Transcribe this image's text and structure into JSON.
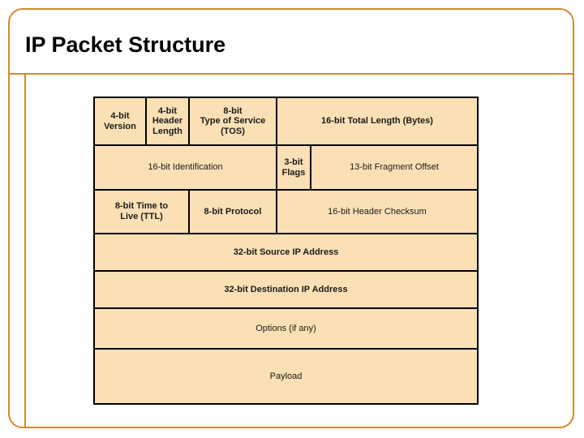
{
  "slide": {
    "title": "IP Packet Structure",
    "frame_color": "#cf8c2b"
  },
  "colors": {
    "header_fill": "#fae0b4",
    "options_fill": "#f07d00",
    "payload_fill": "#fa63ce",
    "navy_text": "#1d1b6b",
    "dark_text": "#262626",
    "border": "#000000"
  },
  "diagram": {
    "name": "ip-packet-header-layout",
    "rows": [
      {
        "cells": [
          {
            "label": "4-bit\nVersion",
            "bits": 4,
            "style": "bold-dark"
          },
          {
            "label": "4-bit\nHeader\nLength",
            "bits": 4,
            "style": "bold-dark"
          },
          {
            "label": "8-bit\nType of Service\n(TOS)",
            "bits": 8,
            "style": "bold-dark"
          },
          {
            "label": "16-bit Total Length (Bytes)",
            "bits": 16,
            "style": "bold-navy"
          }
        ]
      },
      {
        "cells": [
          {
            "label": "16-bit Identification",
            "bits": 16,
            "style": "plain-dark"
          },
          {
            "label": "3-bit\nFlags",
            "bits": 3,
            "style": "bold-dark"
          },
          {
            "label": "13-bit Fragment Offset",
            "bits": 13,
            "style": "plain-dark"
          }
        ]
      },
      {
        "cells": [
          {
            "label": "8-bit Time to\nLive (TTL)",
            "bits": 8,
            "style": "bold-dark"
          },
          {
            "label": "8-bit Protocol",
            "bits": 8,
            "style": "bold-navy"
          },
          {
            "label": "16-bit Header Checksum",
            "bits": 16,
            "style": "plain-dark"
          }
        ]
      },
      {
        "cells": [
          {
            "label": "32-bit Source IP Address",
            "bits": 32,
            "style": "bold-navy"
          }
        ]
      },
      {
        "cells": [
          {
            "label": "32-bit Destination IP Address",
            "bits": 32,
            "style": "bold-navy"
          }
        ]
      },
      {
        "cells": [
          {
            "label": "Options (if any)",
            "style": "plain-dark",
            "fill": "options"
          }
        ]
      },
      {
        "cells": [
          {
            "label": "Payload",
            "style": "plain-dark",
            "fill": "payload"
          }
        ]
      }
    ],
    "labels": {
      "r1c1": "4-bit Version",
      "r1c1_line1": "4-bit",
      "r1c1_line2": "Version",
      "r1c2_line1": "4-bit",
      "r1c2_line2": "Header",
      "r1c2_line3": "Length",
      "r1c3_line1": "8-bit",
      "r1c3_line2": "Type of Service",
      "r1c3_line3": "(TOS)",
      "r1c4": "16-bit Total Length (Bytes)",
      "r2c1": "16-bit Identification",
      "r2c2_line1": "3-bit",
      "r2c2_line2": "Flags",
      "r2c3": "13-bit Fragment Offset",
      "r3c1_line1": "8-bit Time to",
      "r3c1_line2": "Live (TTL)",
      "r3c2": "8-bit Protocol",
      "r3c3": "16-bit Header Checksum",
      "r4": "32-bit Source IP Address",
      "r5": "32-bit Destination IP Address",
      "r6": "Options (if any)",
      "r7": "Payload"
    }
  }
}
